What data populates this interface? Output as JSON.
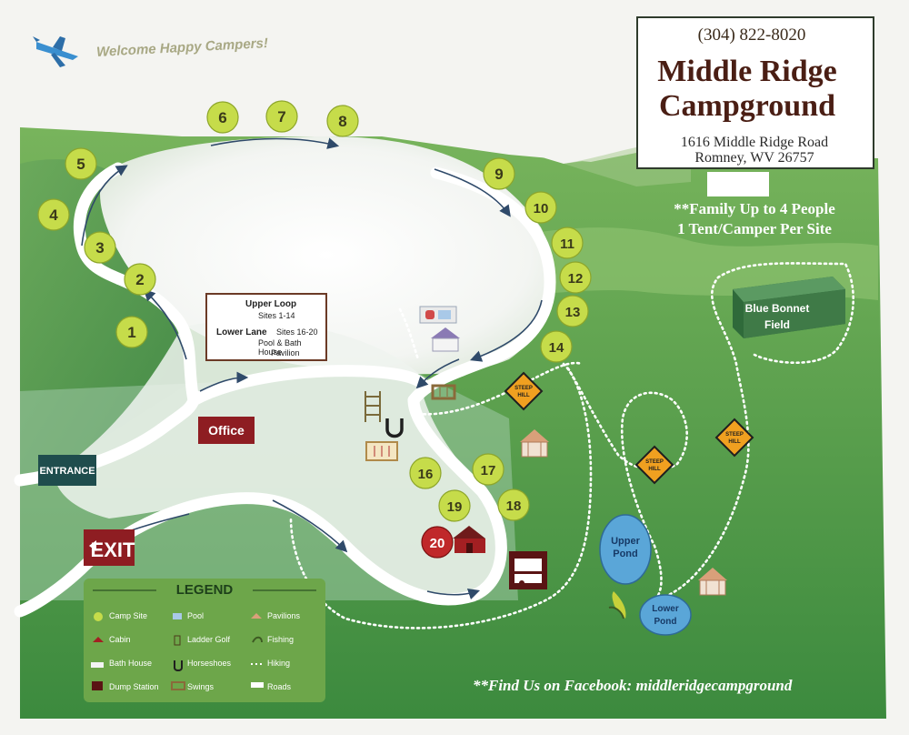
{
  "header": {
    "phone": "(304) 822-8020",
    "title_line1": "Middle Ridge",
    "title_line2": "Campground",
    "address_line1": "1616 Middle Ridge Road",
    "address_line2": "Romney, WV  26757"
  },
  "welcome": "Welcome Happy Campers!",
  "notice": {
    "line1": "**Family Up to 4 People",
    "line2": "1 Tent/Camper Per Site"
  },
  "facebook": "**Find Us on Facebook:  middleridgecampground",
  "sign": {
    "upper_label": "Upper Loop",
    "upper_sites": "Sites 1-14",
    "lower_label": "Lower Lane",
    "lower_sites": "Sites 16-20",
    "lower_desc1": "Pool & Bath House",
    "lower_desc2": "Pavilion"
  },
  "places": {
    "office": "Office",
    "entrance": "ENTRANCE",
    "exit": "EXIT",
    "blue_bonnet": "Blue Bonnet",
    "field": "Field",
    "upper_pond_1": "Upper",
    "upper_pond_2": "Pond",
    "lower_pond_1": "Lower",
    "lower_pond_2": "Pond"
  },
  "steep_hill": {
    "line1": "STEEP",
    "line2": "HILL"
  },
  "sites": [
    "1",
    "2",
    "3",
    "4",
    "5",
    "6",
    "7",
    "8",
    "9",
    "10",
    "11",
    "12",
    "13",
    "14",
    "16",
    "17",
    "18",
    "19",
    "20"
  ],
  "legend": {
    "title": "LEGEND",
    "items": [
      "Camp Site",
      "Pool",
      "Pavilions",
      "Cabin",
      "Ladder Golf",
      "Fishing",
      "Bath House",
      "Horseshoes",
      "Hiking",
      "Dump Station",
      "Swings",
      "Roads"
    ]
  },
  "colors": {
    "site": "#c6dc4a",
    "site_red": "#c0282a",
    "grass": "#4f9a45",
    "road": "#ffffff",
    "title": "#4a1e14",
    "sign_red": "#8e1d22"
  }
}
